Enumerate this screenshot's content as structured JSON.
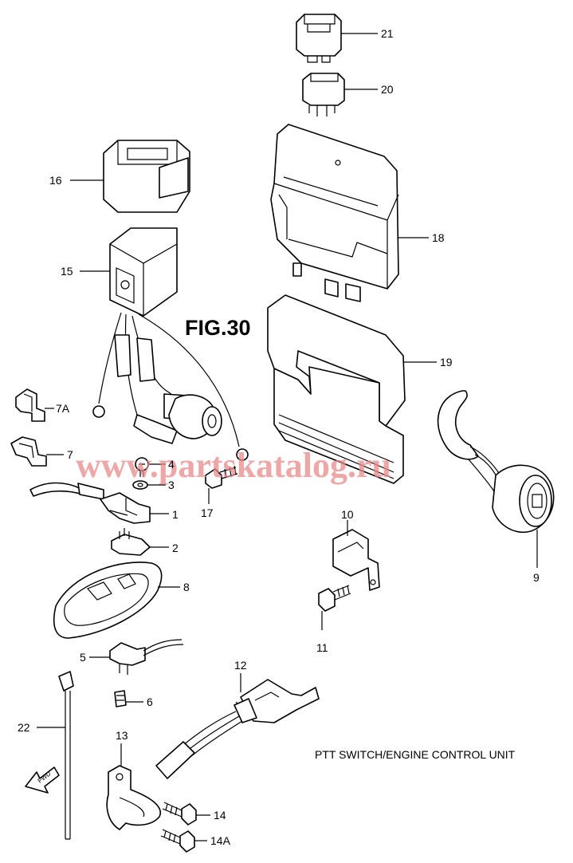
{
  "figure": {
    "label": "FIG.30",
    "title": "PTT SWITCH/ENGINE CONTROL UNIT"
  },
  "watermark": "www.partskatalog.ru",
  "colors": {
    "line": "#000000",
    "watermark": "#e88a8a"
  },
  "callouts": {
    "p1": "1",
    "p2": "2",
    "p3": "3",
    "p4": "4",
    "p5": "5",
    "p6": "6",
    "p7": "7",
    "p7a": "7A",
    "p8": "8",
    "p9": "9",
    "p10": "10",
    "p11": "11",
    "p12": "12",
    "p13": "13",
    "p14": "14",
    "p14a": "14A",
    "p15": "15",
    "p16": "16",
    "p17": "17",
    "p18": "18",
    "p19": "19",
    "p20": "20",
    "p21": "21",
    "p22": "22"
  },
  "fwd_arrow": {
    "text": "FWD",
    "icon": "forward-arrow-icon"
  }
}
